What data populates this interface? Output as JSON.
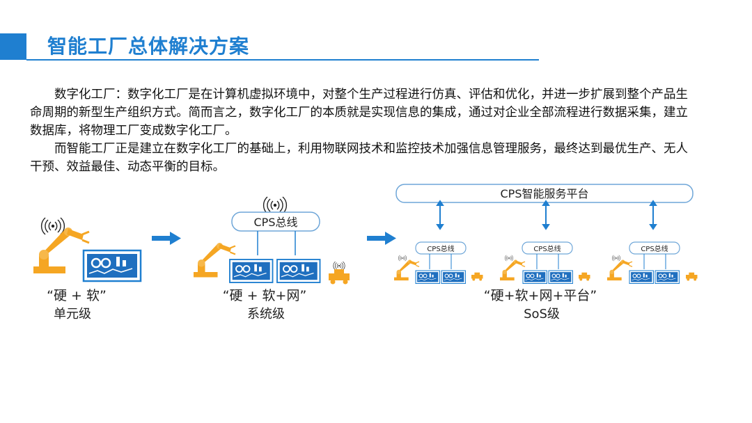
{
  "header": {
    "title": "智能工厂总体解决方案"
  },
  "paragraphs": [
    "数字化工厂：数字化工厂是在计算机虚拟环境中，对整个生产过程进行仿真、评估和优化，并进一步扩展到整个产品生命周期的新型生产组织方式。简而言之，数字化工厂的本质就是实现信息的集成，通过对企业全部流程进行数据采集，建立数据库，将物理工厂变成数字化工厂。",
    "而智能工厂正是建立在数字化工厂的基础上，利用物联网技术和监控技术加强信息管理服务，最终达到最优生产、无人干预、效益最佳、动态平衡的目标。"
  ],
  "diagram": {
    "platform_label": "CPS智能服务平台",
    "bus_label": "CPS总线",
    "small_bus_label": "CPS总线",
    "levels": [
      {
        "caption": "“硬 + 软”",
        "name": "单元级"
      },
      {
        "caption": "“硬 + 软+网”",
        "name": "系统级"
      },
      {
        "caption": "“硬+软+网+平台”",
        "name": "SoS级"
      }
    ],
    "colors": {
      "accent": "#1f7fd0",
      "robot": "#f5a623",
      "box_border": "#6ea6d8"
    },
    "icons": [
      "wifi-icon",
      "robot-arm-icon",
      "monitor-icon",
      "agv-cart-icon",
      "arrow-right-icon"
    ]
  }
}
